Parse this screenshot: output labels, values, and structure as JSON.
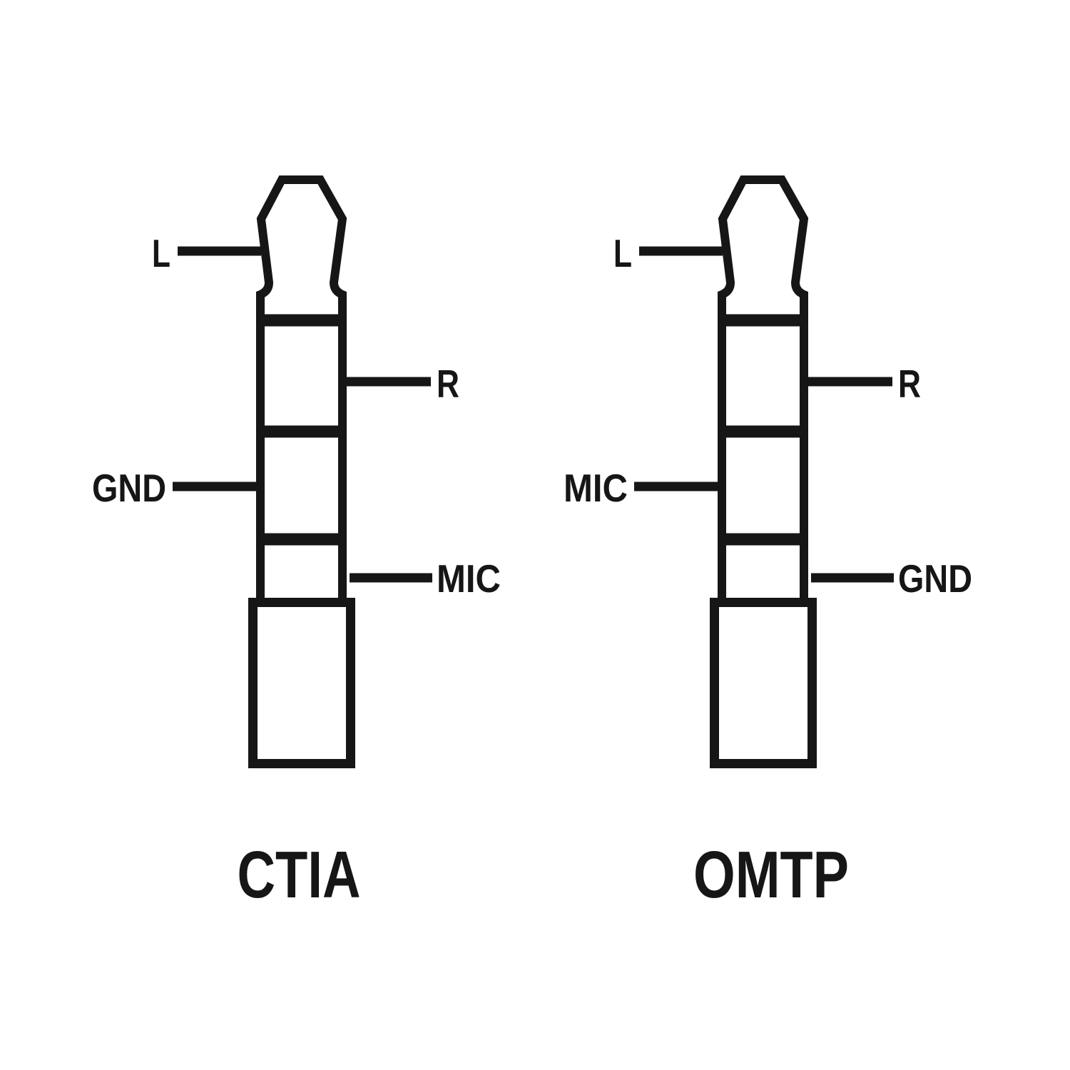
{
  "diagram": {
    "description": "Comparison of CTIA and OMTP 3.5mm TRRS headphone plug pinouts",
    "colors": {
      "background": "#ffffff",
      "ink": "#161616"
    },
    "plugs": [
      {
        "title": "CTIA",
        "labels": {
          "tip": "L",
          "ring": "R",
          "sleeve1": "GND",
          "sleeve2": "MIC"
        }
      },
      {
        "title": "OMTP",
        "labels": {
          "tip": "L",
          "ring": "R",
          "sleeve1": "MIC",
          "sleeve2": "GND"
        }
      }
    ]
  }
}
